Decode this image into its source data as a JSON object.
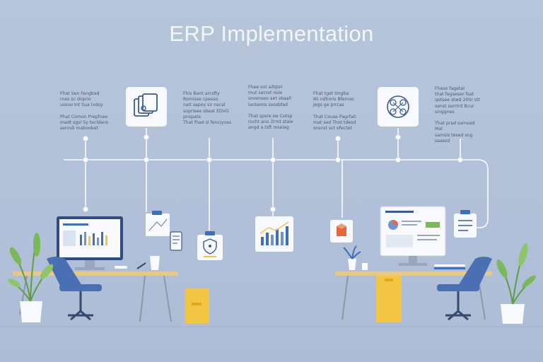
{
  "title": "ERP Implementation",
  "colors": {
    "background": "#b3c2d9",
    "line": "#ffffff",
    "desk": "#e8c983",
    "chair": "#4a6fb2",
    "plant": "#7ab85a",
    "accent_yellow": "#f2c544",
    "accent_blue": "#3f6fb8",
    "accent_orange": "#e8663a"
  },
  "icons": [
    "document-icon",
    "network-icon",
    "bar-chart-icon",
    "shield-icon",
    "box-icon",
    "report-icon",
    "checklist-icon",
    "tablet-icon",
    "monitor-icon"
  ],
  "text_blocks": [
    {
      "name": "blurb-1",
      "text": "Fhat Sen Fangbad\nrnes sc dnprio\nussno Int Sua Ivdoy\n\nPhat Comon Prepfnee\nmadt sgsl Sy tecldans\nsenndi maboobet"
    },
    {
      "name": "blurb-2",
      "text": "Fhis Bant arcsfty\nRomisse cpesso\nnait sapoy sn nscal\nsoprisee sbeat EDVG\npnspate\nThat fhad sl fenciyoas"
    },
    {
      "name": "blurb-3",
      "text": "Fhee sot aifqtel\nmut secret nsle\nsnosnseo aet sbaall\nlantemis ssosbfad\n\nThat spsre.sw Cetsp\nrucht ano Zrmt stale\nangd a.tsft mseiag"
    },
    {
      "name": "blurb-4",
      "text": "Fhat tgot tmgba\nIKI ndhmls Bfeinoo\nJegs ge prrcas\n\nThat Couse Pagrfati\nmat sed Thot tdesd\nsnsnst sct ofectet"
    },
    {
      "name": "blurb-5",
      "text": "Fhese fagetal\nthat fegaeser fsat\nqotsee stwd 200r stt\nsenst sarrtrd Bcur\nsinggnes\n\nThat prad samead\nMal\nsamsis tesed sng\nsaassd"
    }
  ]
}
